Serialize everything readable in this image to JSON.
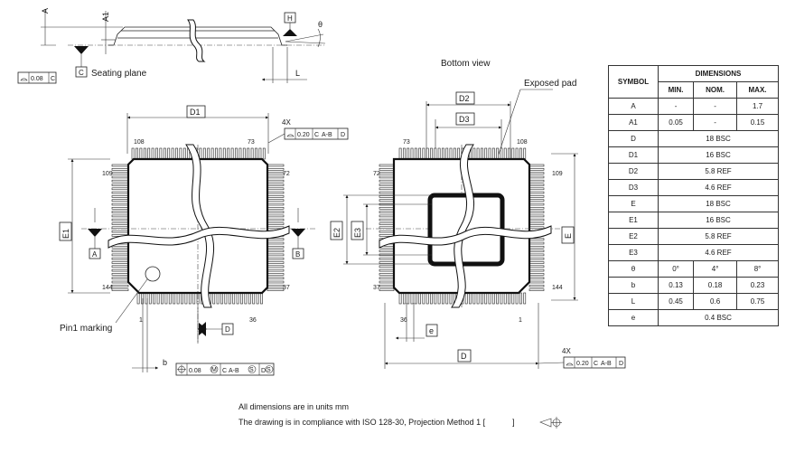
{
  "labels": {
    "a": "A",
    "a1": "A1",
    "h": "H",
    "theta": "θ",
    "l": "L",
    "c": "C",
    "seating_plane": "Seating plane",
    "flatness": "0.08",
    "flatness_ref": "C",
    "bottom_view": "Bottom view",
    "exposed_pad": "Exposed pad",
    "d": "D",
    "d1": "D1",
    "d2": "D2",
    "d3": "D3",
    "e": "E",
    "e1": "E1",
    "e2": "E2",
    "e3": "E3",
    "pitch": "e",
    "b": "b",
    "datum_a": "A",
    "datum_b": "B",
    "datum_d": "D",
    "four_x": "4X",
    "profile_tol": "0.20",
    "profile_ref": "C",
    "profile_datums": "A-B",
    "profile_d": "D",
    "position_tol": "0.08",
    "position_m": "M",
    "position_ref": "C",
    "position_datums": "A-B",
    "position_s1": "S",
    "position_d": "D",
    "position_s2": "S",
    "pin1_marking": "Pin1 marking",
    "pin_108": "108",
    "pin_73": "73",
    "pin_109": "109",
    "pin_72": "72",
    "pin_144": "144",
    "pin_37": "37",
    "pin_1": "1",
    "pin_36": "36"
  },
  "table": {
    "symbol_header": "SYMBOL",
    "dimensions_header": "DIMENSIONS",
    "min_header": "MIN.",
    "nom_header": "NOM.",
    "max_header": "MAX.",
    "rows": [
      {
        "symbol": "A",
        "min": "-",
        "nom": "-",
        "max": "1.7"
      },
      {
        "symbol": "A1",
        "min": "0.05",
        "nom": "-",
        "max": "0.15"
      },
      {
        "symbol": "D",
        "span": "18 BSC"
      },
      {
        "symbol": "D1",
        "span": "16 BSC"
      },
      {
        "symbol": "D2",
        "span": "5.8 REF"
      },
      {
        "symbol": "D3",
        "span": "4.6 REF"
      },
      {
        "symbol": "E",
        "span": "18 BSC"
      },
      {
        "symbol": "E1",
        "span": "16 BSC"
      },
      {
        "symbol": "E2",
        "span": "5.8 REF"
      },
      {
        "symbol": "E3",
        "span": "4.6 REF"
      },
      {
        "symbol": "θ",
        "min": "0°",
        "nom": "4°",
        "max": "8°"
      },
      {
        "symbol": "b",
        "min": "0.13",
        "nom": "0.18",
        "max": "0.23"
      },
      {
        "symbol": "L",
        "min": "0.45",
        "nom": "0.6",
        "max": "0.75"
      },
      {
        "symbol": "e",
        "span": "0.4 BSC"
      }
    ]
  },
  "notes": {
    "line1": "All dimensions are in units mm",
    "line2": "The drawing is in compliance with ISO 128-30, Projection Method 1 [",
    "line2_end": "]"
  }
}
